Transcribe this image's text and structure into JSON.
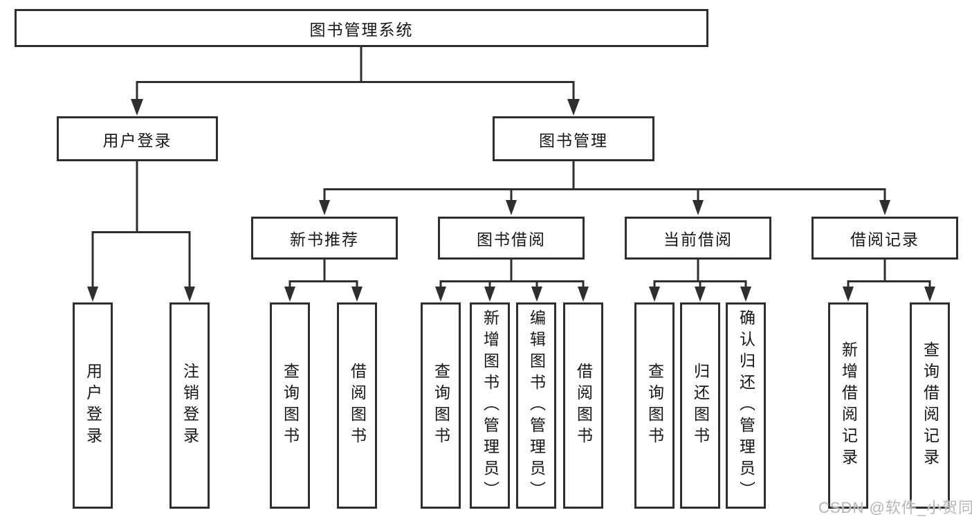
{
  "diagram": {
    "root": "图书管理系统",
    "branches": [
      {
        "label": "用户登录",
        "children": [
          "用户登录",
          "注销登录"
        ]
      },
      {
        "label": "图书管理",
        "children": [
          {
            "label": "新书推荐",
            "children": [
              "查询图书",
              "借阅图书"
            ]
          },
          {
            "label": "图书借阅",
            "children": [
              "查询图书",
              "新增图书（管理员）",
              "编辑图书（管理员）",
              "借阅图书"
            ]
          },
          {
            "label": "当前借阅",
            "children": [
              "查询图书",
              "归还图书",
              "确认归还（管理员）"
            ]
          },
          {
            "label": "借阅记录",
            "children": [
              "新增借阅记录",
              "查询借阅记录"
            ]
          }
        ]
      }
    ]
  },
  "watermark": "CSDN @软件_小贺同学",
  "colors": {
    "line": "#2e2e2e",
    "text": "#161616",
    "background": "#ffffff",
    "watermark": "#b3b6bc"
  }
}
